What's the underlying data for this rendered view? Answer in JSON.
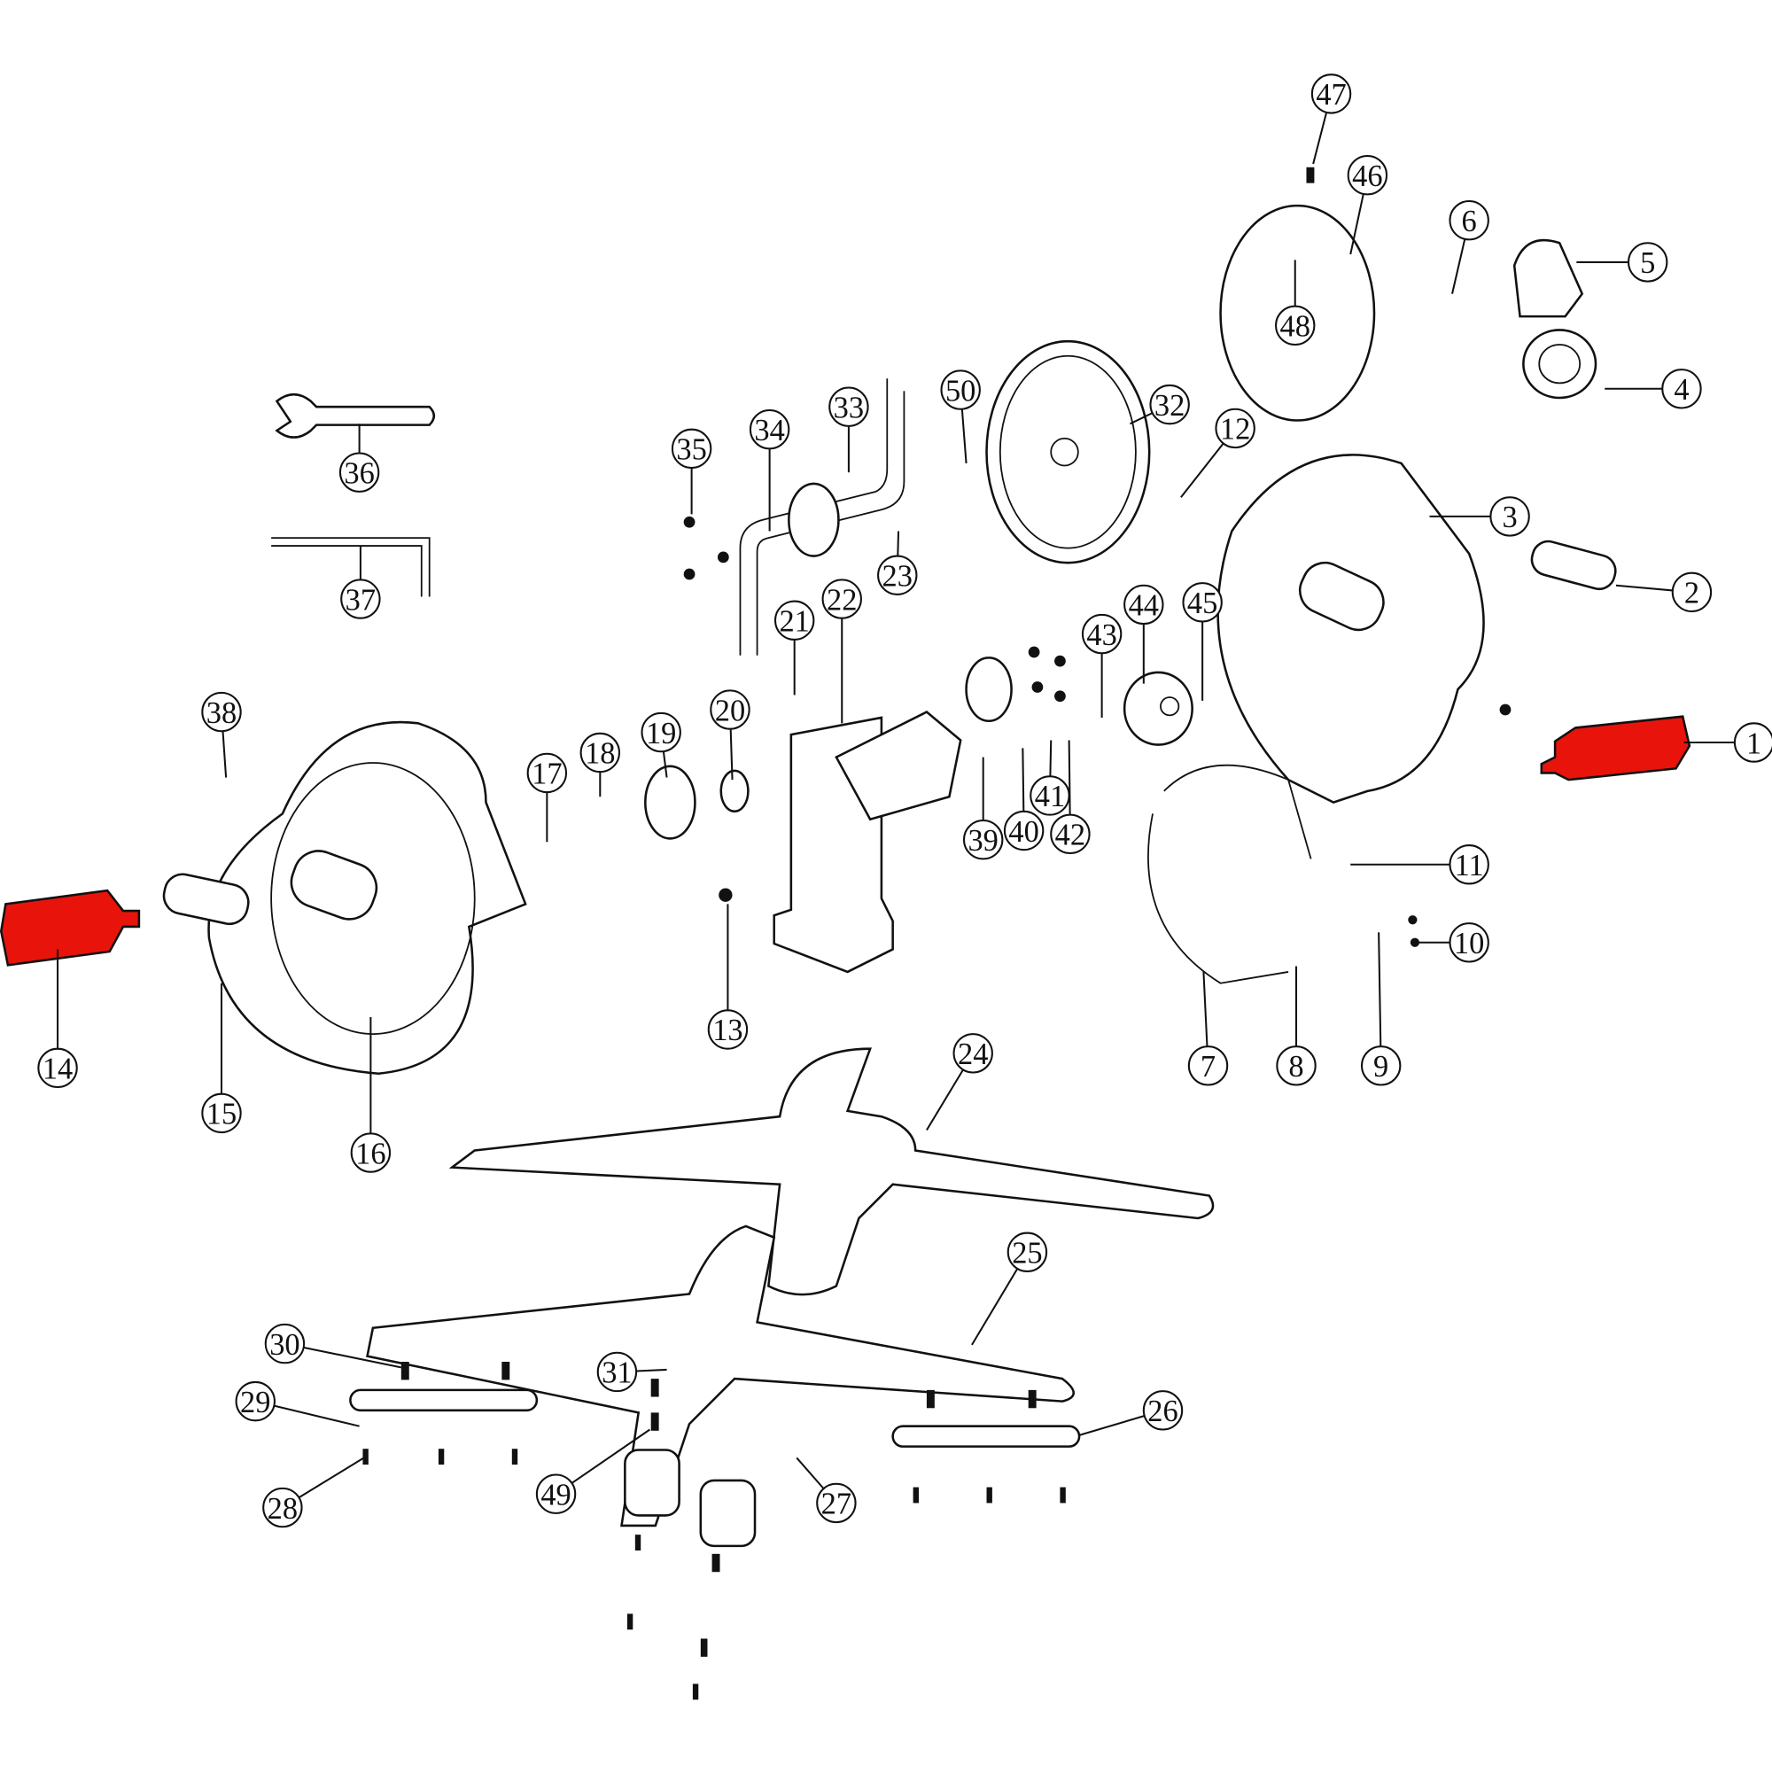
{
  "title": "Exploded parts diagram",
  "highlight_color": "#e8140c",
  "highlighted_parts": [
    "1",
    "14"
  ],
  "part_numbers": [
    "1",
    "2",
    "3",
    "4",
    "5",
    "6",
    "7",
    "8",
    "9",
    "10",
    "11",
    "12",
    "13",
    "14",
    "15",
    "16",
    "17",
    "18",
    "19",
    "20",
    "21",
    "22",
    "23",
    "24",
    "25",
    "26",
    "27",
    "28",
    "29",
    "30",
    "31",
    "32",
    "33",
    "34",
    "35",
    "36",
    "37",
    "38",
    "39",
    "40",
    "41",
    "42",
    "43",
    "44",
    "45",
    "46",
    "47",
    "48",
    "49",
    "50"
  ]
}
